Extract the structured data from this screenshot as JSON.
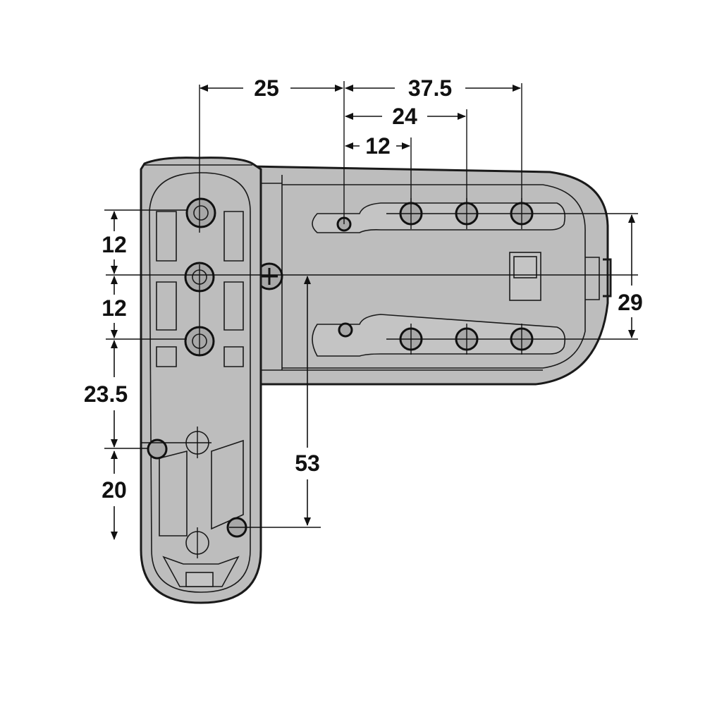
{
  "dimensions": {
    "top": {
      "d25": "25",
      "d37_5": "37.5",
      "d24": "24",
      "d12": "12"
    },
    "left": {
      "d12a": "12",
      "d12b": "12",
      "d23_5": "23.5",
      "d20": "20"
    },
    "right": {
      "d29": "29"
    },
    "center": {
      "d53": "53"
    }
  },
  "colors": {
    "body": "#bdbdbd",
    "line": "#1a1a1a",
    "background": "#ffffff"
  }
}
